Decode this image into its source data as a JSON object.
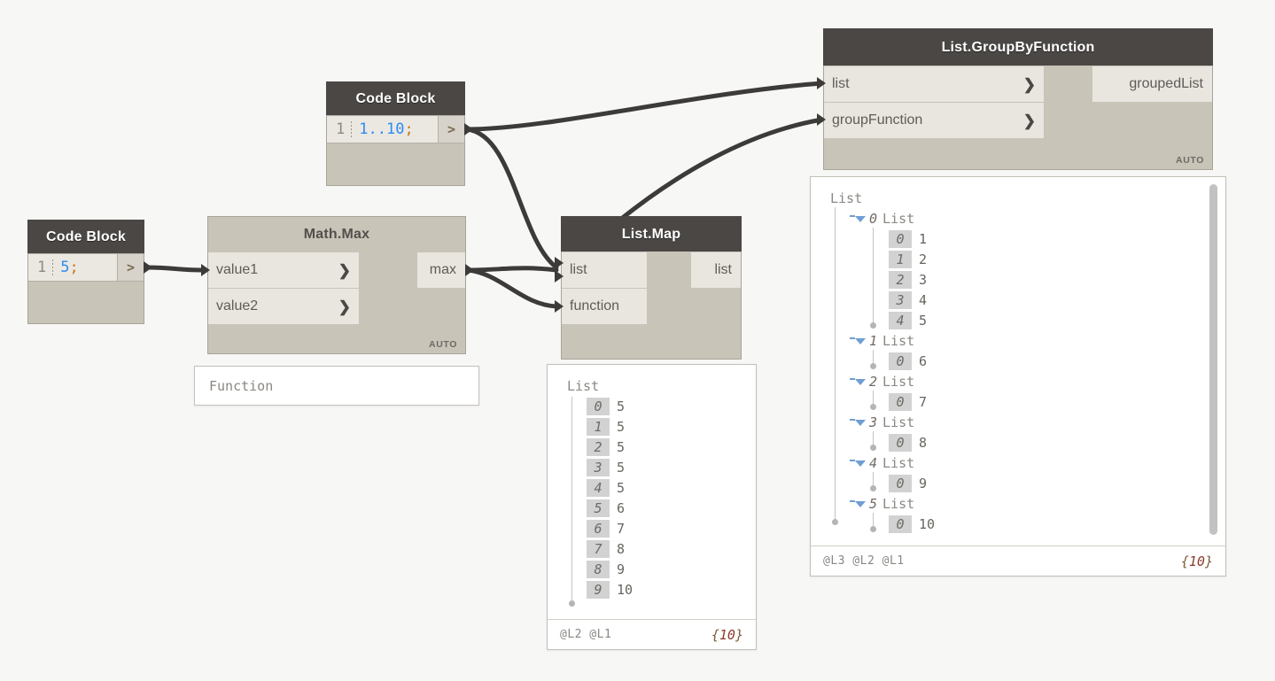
{
  "canvas": {
    "background": "#f7f7f6",
    "wire_color": "#3d3b39"
  },
  "nodes": {
    "code_block_range": {
      "title": "Code Block",
      "line_number": "1",
      "code_tokens": [
        {
          "text": "1..10",
          "type": "number"
        },
        {
          "text": ";",
          "type": "punct"
        }
      ],
      "output_port_label": ">"
    },
    "code_block_five": {
      "title": "Code Block",
      "line_number": "1",
      "code_tokens": [
        {
          "text": "5",
          "type": "number"
        },
        {
          "text": ";",
          "type": "punct"
        }
      ],
      "output_port_label": ">"
    },
    "math_max": {
      "title": "Math.Max",
      "inputs": [
        {
          "label": "value1",
          "chevron": "❯"
        },
        {
          "label": "value2",
          "chevron": "❯"
        }
      ],
      "outputs": [
        {
          "label": "max"
        }
      ],
      "execution_badge": "AUTO",
      "state": "function"
    },
    "list_map": {
      "title": "List.Map",
      "inputs": [
        {
          "label": "list"
        },
        {
          "label": "function"
        }
      ],
      "outputs": [
        {
          "label": "list"
        }
      ],
      "execution_badge": ""
    },
    "list_group_by_function": {
      "title": "List.GroupByFunction",
      "inputs": [
        {
          "label": "list",
          "chevron": "❯"
        },
        {
          "label": "groupFunction",
          "chevron": "❯"
        }
      ],
      "outputs": [
        {
          "label": "groupedList"
        }
      ],
      "execution_badge": "AUTO"
    }
  },
  "previews": {
    "math_max_function": {
      "text": "Function"
    },
    "list_map": {
      "root_label": "List",
      "items": [
        {
          "index": "0",
          "value": "5"
        },
        {
          "index": "1",
          "value": "5"
        },
        {
          "index": "2",
          "value": "5"
        },
        {
          "index": "3",
          "value": "5"
        },
        {
          "index": "4",
          "value": "5"
        },
        {
          "index": "5",
          "value": "6"
        },
        {
          "index": "6",
          "value": "7"
        },
        {
          "index": "7",
          "value": "8"
        },
        {
          "index": "8",
          "value": "9"
        },
        {
          "index": "9",
          "value": "10"
        }
      ],
      "levels": "@L2 @L1",
      "count": "{10}",
      "count_open": "{",
      "count_number": "10",
      "count_close": "}"
    },
    "group_by_function": {
      "root_label": "List",
      "groups": [
        {
          "index": "0",
          "label": "List",
          "items": [
            {
              "index": "0",
              "value": "1"
            },
            {
              "index": "1",
              "value": "2"
            },
            {
              "index": "2",
              "value": "3"
            },
            {
              "index": "3",
              "value": "4"
            },
            {
              "index": "4",
              "value": "5"
            }
          ]
        },
        {
          "index": "1",
          "label": "List",
          "items": [
            {
              "index": "0",
              "value": "6"
            }
          ]
        },
        {
          "index": "2",
          "label": "List",
          "items": [
            {
              "index": "0",
              "value": "7"
            }
          ]
        },
        {
          "index": "3",
          "label": "List",
          "items": [
            {
              "index": "0",
              "value": "8"
            }
          ]
        },
        {
          "index": "4",
          "label": "List",
          "items": [
            {
              "index": "0",
              "value": "9"
            }
          ]
        },
        {
          "index": "5",
          "label": "List",
          "items": [
            {
              "index": "0",
              "value": "10"
            }
          ]
        }
      ],
      "levels": "@L3 @L2 @L1",
      "count": "{10}",
      "count_open": "{",
      "count_number": "10",
      "count_close": "}"
    }
  },
  "connections": [
    {
      "from": "code_block_five.out",
      "to": "math_max.value1"
    },
    {
      "from": "code_block_range.out",
      "to": "list_group_by_function.list"
    },
    {
      "from": "code_block_range.out",
      "to": "list_map.list"
    },
    {
      "from": "math_max.max",
      "to": "list_map.list"
    },
    {
      "from": "math_max.max",
      "to": "list_map.function"
    },
    {
      "from": "list_map.list",
      "to": "list_group_by_function.groupFunction"
    }
  ]
}
